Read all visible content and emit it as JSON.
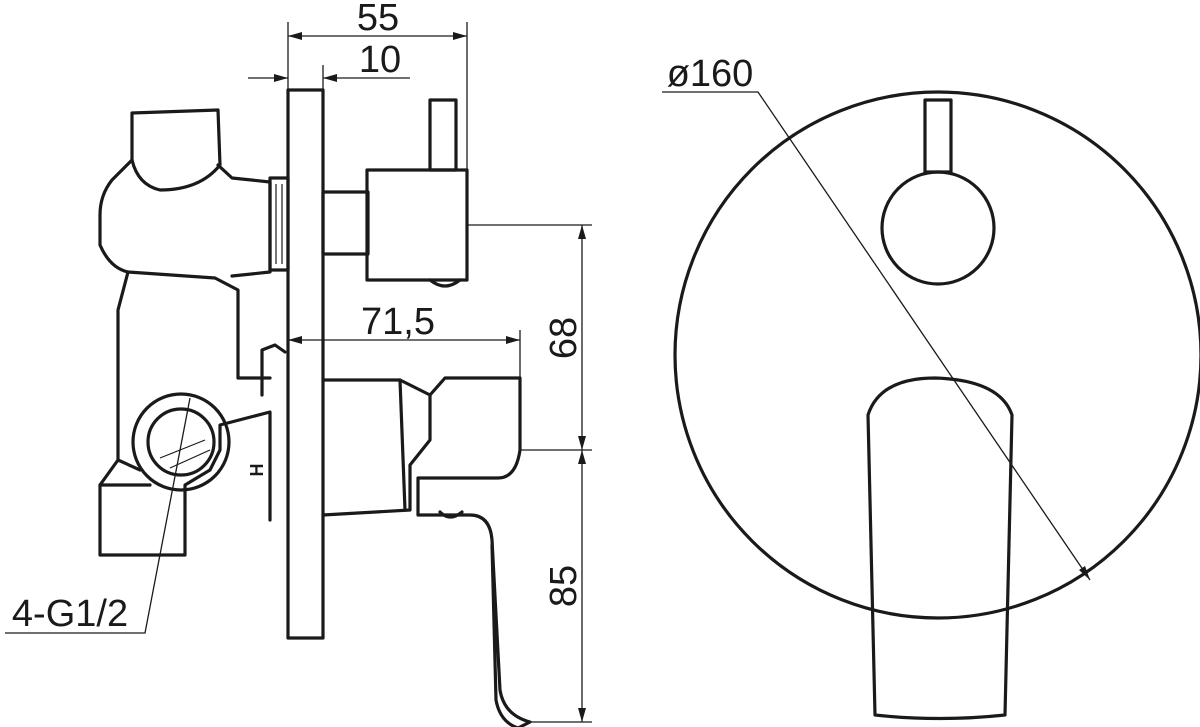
{
  "dimensions": {
    "overall_depth": "55",
    "plate_offset": "10",
    "handle_reach": "71,5",
    "upper_height": "68",
    "lower_height": "85",
    "diameter": "ø160",
    "connections": "4-G1/2"
  },
  "markings": {
    "hot_side": "H"
  },
  "colors": {
    "line": "#1a1a1a",
    "background": "#ffffff"
  }
}
